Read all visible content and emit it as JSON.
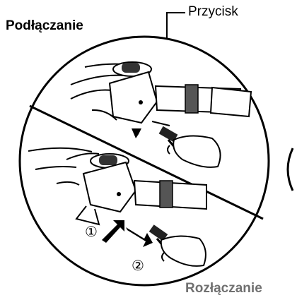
{
  "title": "Podłączanie",
  "callout": "Przycisk",
  "footer": "Rozłączanie",
  "steps": [
    "①",
    "②"
  ]
}
